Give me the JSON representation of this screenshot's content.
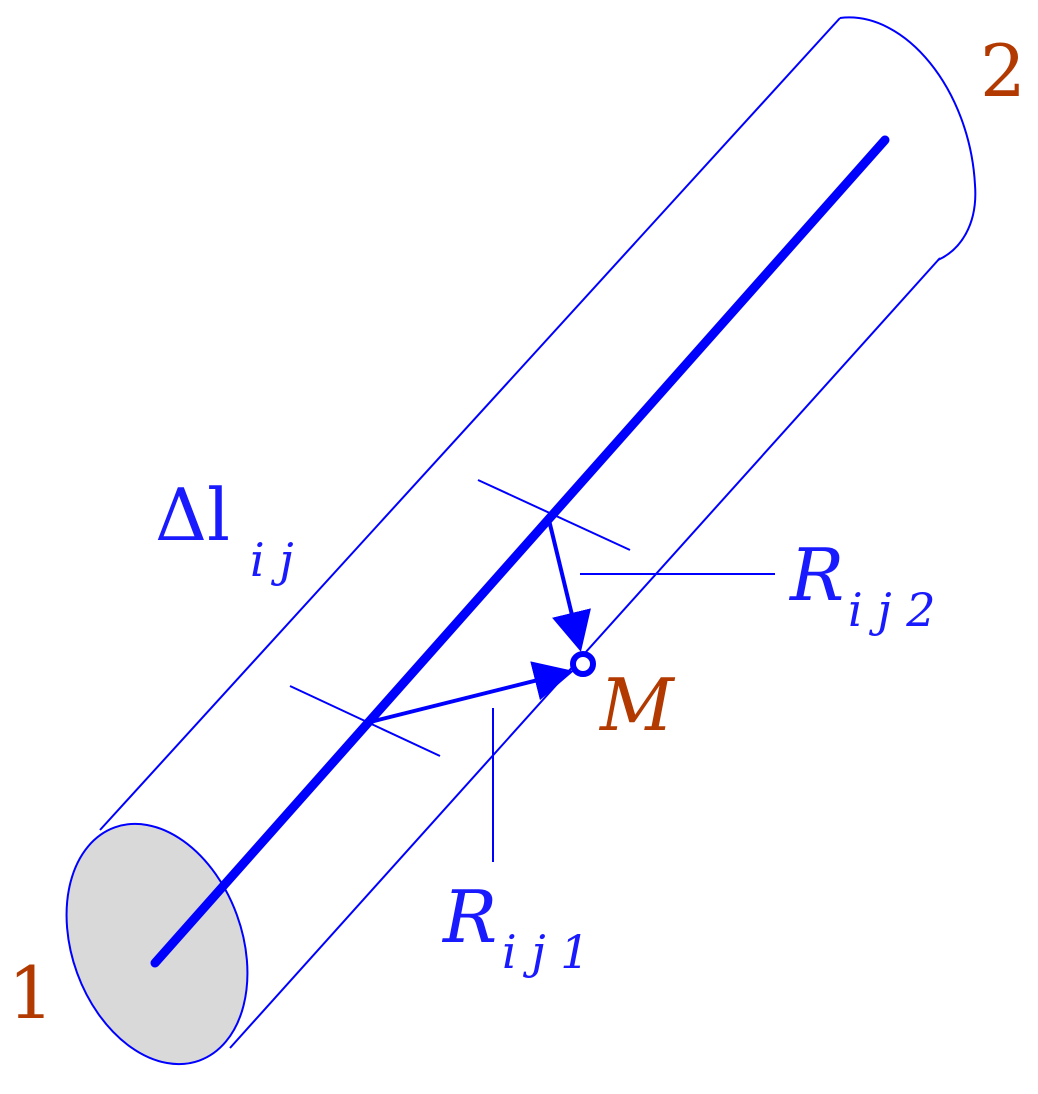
{
  "colors": {
    "line": "#0000ff",
    "label_blue": "#1a1aff",
    "label_red": "#b23a00",
    "end_cap_fill": "#d9d9d9"
  },
  "labels": {
    "end_1": "1",
    "end_2": "2",
    "point": "M",
    "segment_main": "Δl",
    "segment_sub": "i j",
    "r1_main": "R",
    "r1_sub": "i j 1",
    "r2_main": "R",
    "r2_sub": "i j 2"
  }
}
